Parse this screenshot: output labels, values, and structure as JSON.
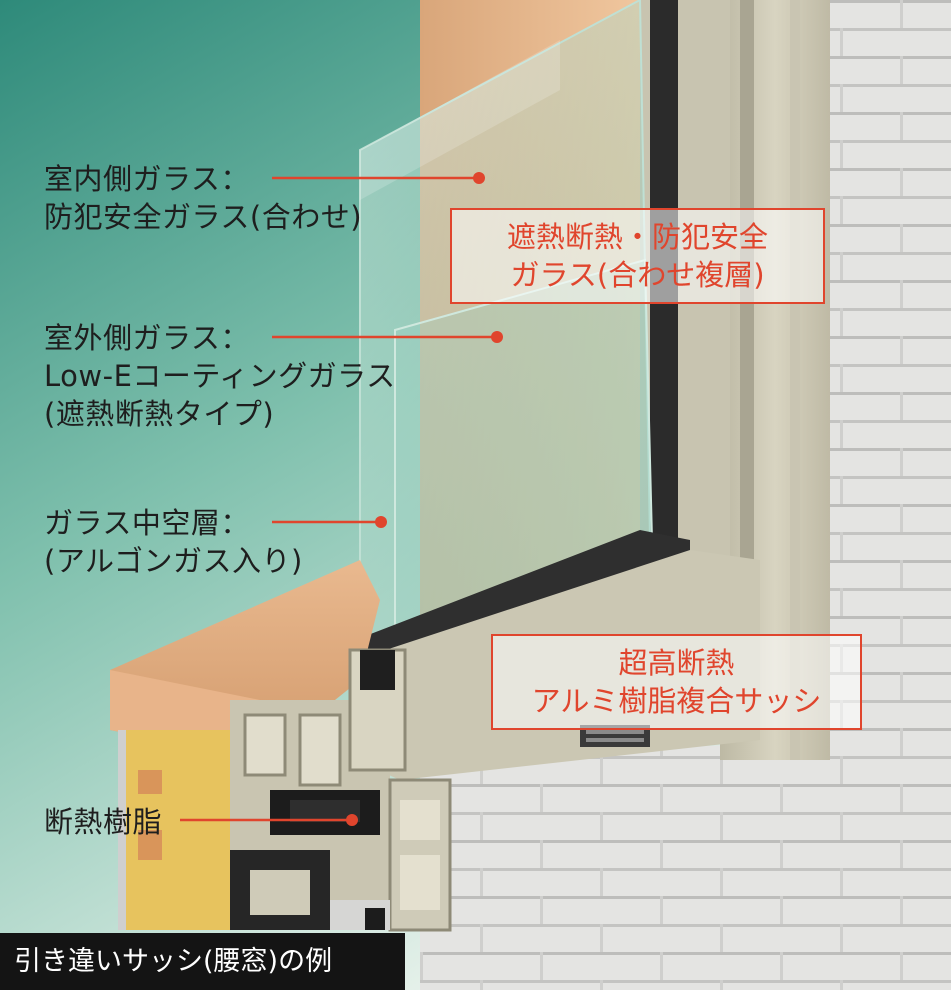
{
  "labels": {
    "indoor_glass_line1": "室内側ガラス：",
    "indoor_glass_line2": "防犯安全ガラス(合わせ)",
    "outdoor_glass_line1": "室外側ガラス：",
    "outdoor_glass_line2": "Low-Eコーティングガラス",
    "outdoor_glass_line3": "(遮熱断熱タイプ)",
    "cavity_line1": "ガラス中空層：",
    "cavity_line2": "(アルゴンガス入り)",
    "resin": "断熱樹脂"
  },
  "callouts": {
    "glass_box_line1": "遮熱断熱・防犯安全",
    "glass_box_line2": "ガラス(合わせ複層)",
    "sash_box_line1": "超高断熱",
    "sash_box_line2": "アルミ樹脂複合サッシ"
  },
  "caption": "引き違いサッシ(腰窓)の例",
  "colors": {
    "accent": "#e0452d",
    "teal_dark": "#1f6f63",
    "teal_light": "#cfe6dc",
    "sash": "#cfcbb8",
    "wood": "#e9b98f",
    "wall": "#e6e6e4"
  }
}
